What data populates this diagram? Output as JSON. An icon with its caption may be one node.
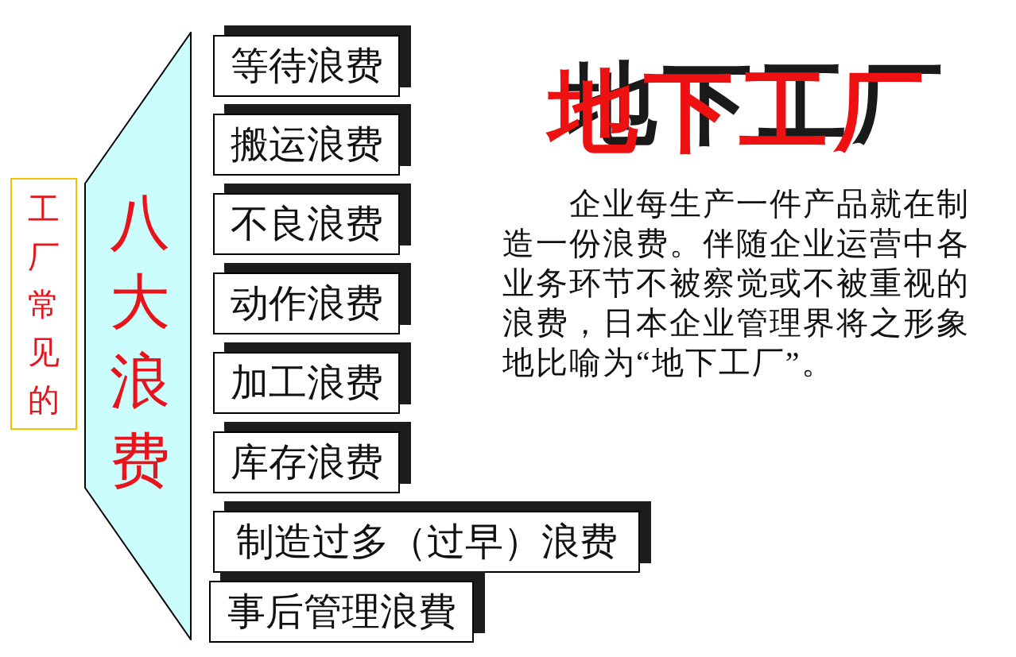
{
  "diagram": {
    "title": "地下工厂",
    "nodes": [
      {
        "text": [
          "工厂常见的"
        ]
      },
      {
        "text": [
          "八大浪费"
        ]
      },
      {
        "text": [
          "等待浪费"
        ]
      },
      {
        "text": [
          "搬运浪费"
        ]
      },
      {
        "text": [
          "不良浪费"
        ]
      },
      {
        "text": [
          "动作浪费"
        ]
      },
      {
        "text": [
          "加工浪费"
        ]
      },
      {
        "text": [
          "库存浪费"
        ]
      },
      {
        "text": [
          "制造过多（过早）浪费"
        ]
      },
      {
        "text": [
          "事后管理浪費"
        ]
      }
    ],
    "labels": [
      "企业每生产一件产品就在制造一份浪费。伴随企业运营中各业务环节不被察觉或不被重视的浪费，日本企业管理界将之形象地比喻为“地下工厂”。"
    ]
  }
}
